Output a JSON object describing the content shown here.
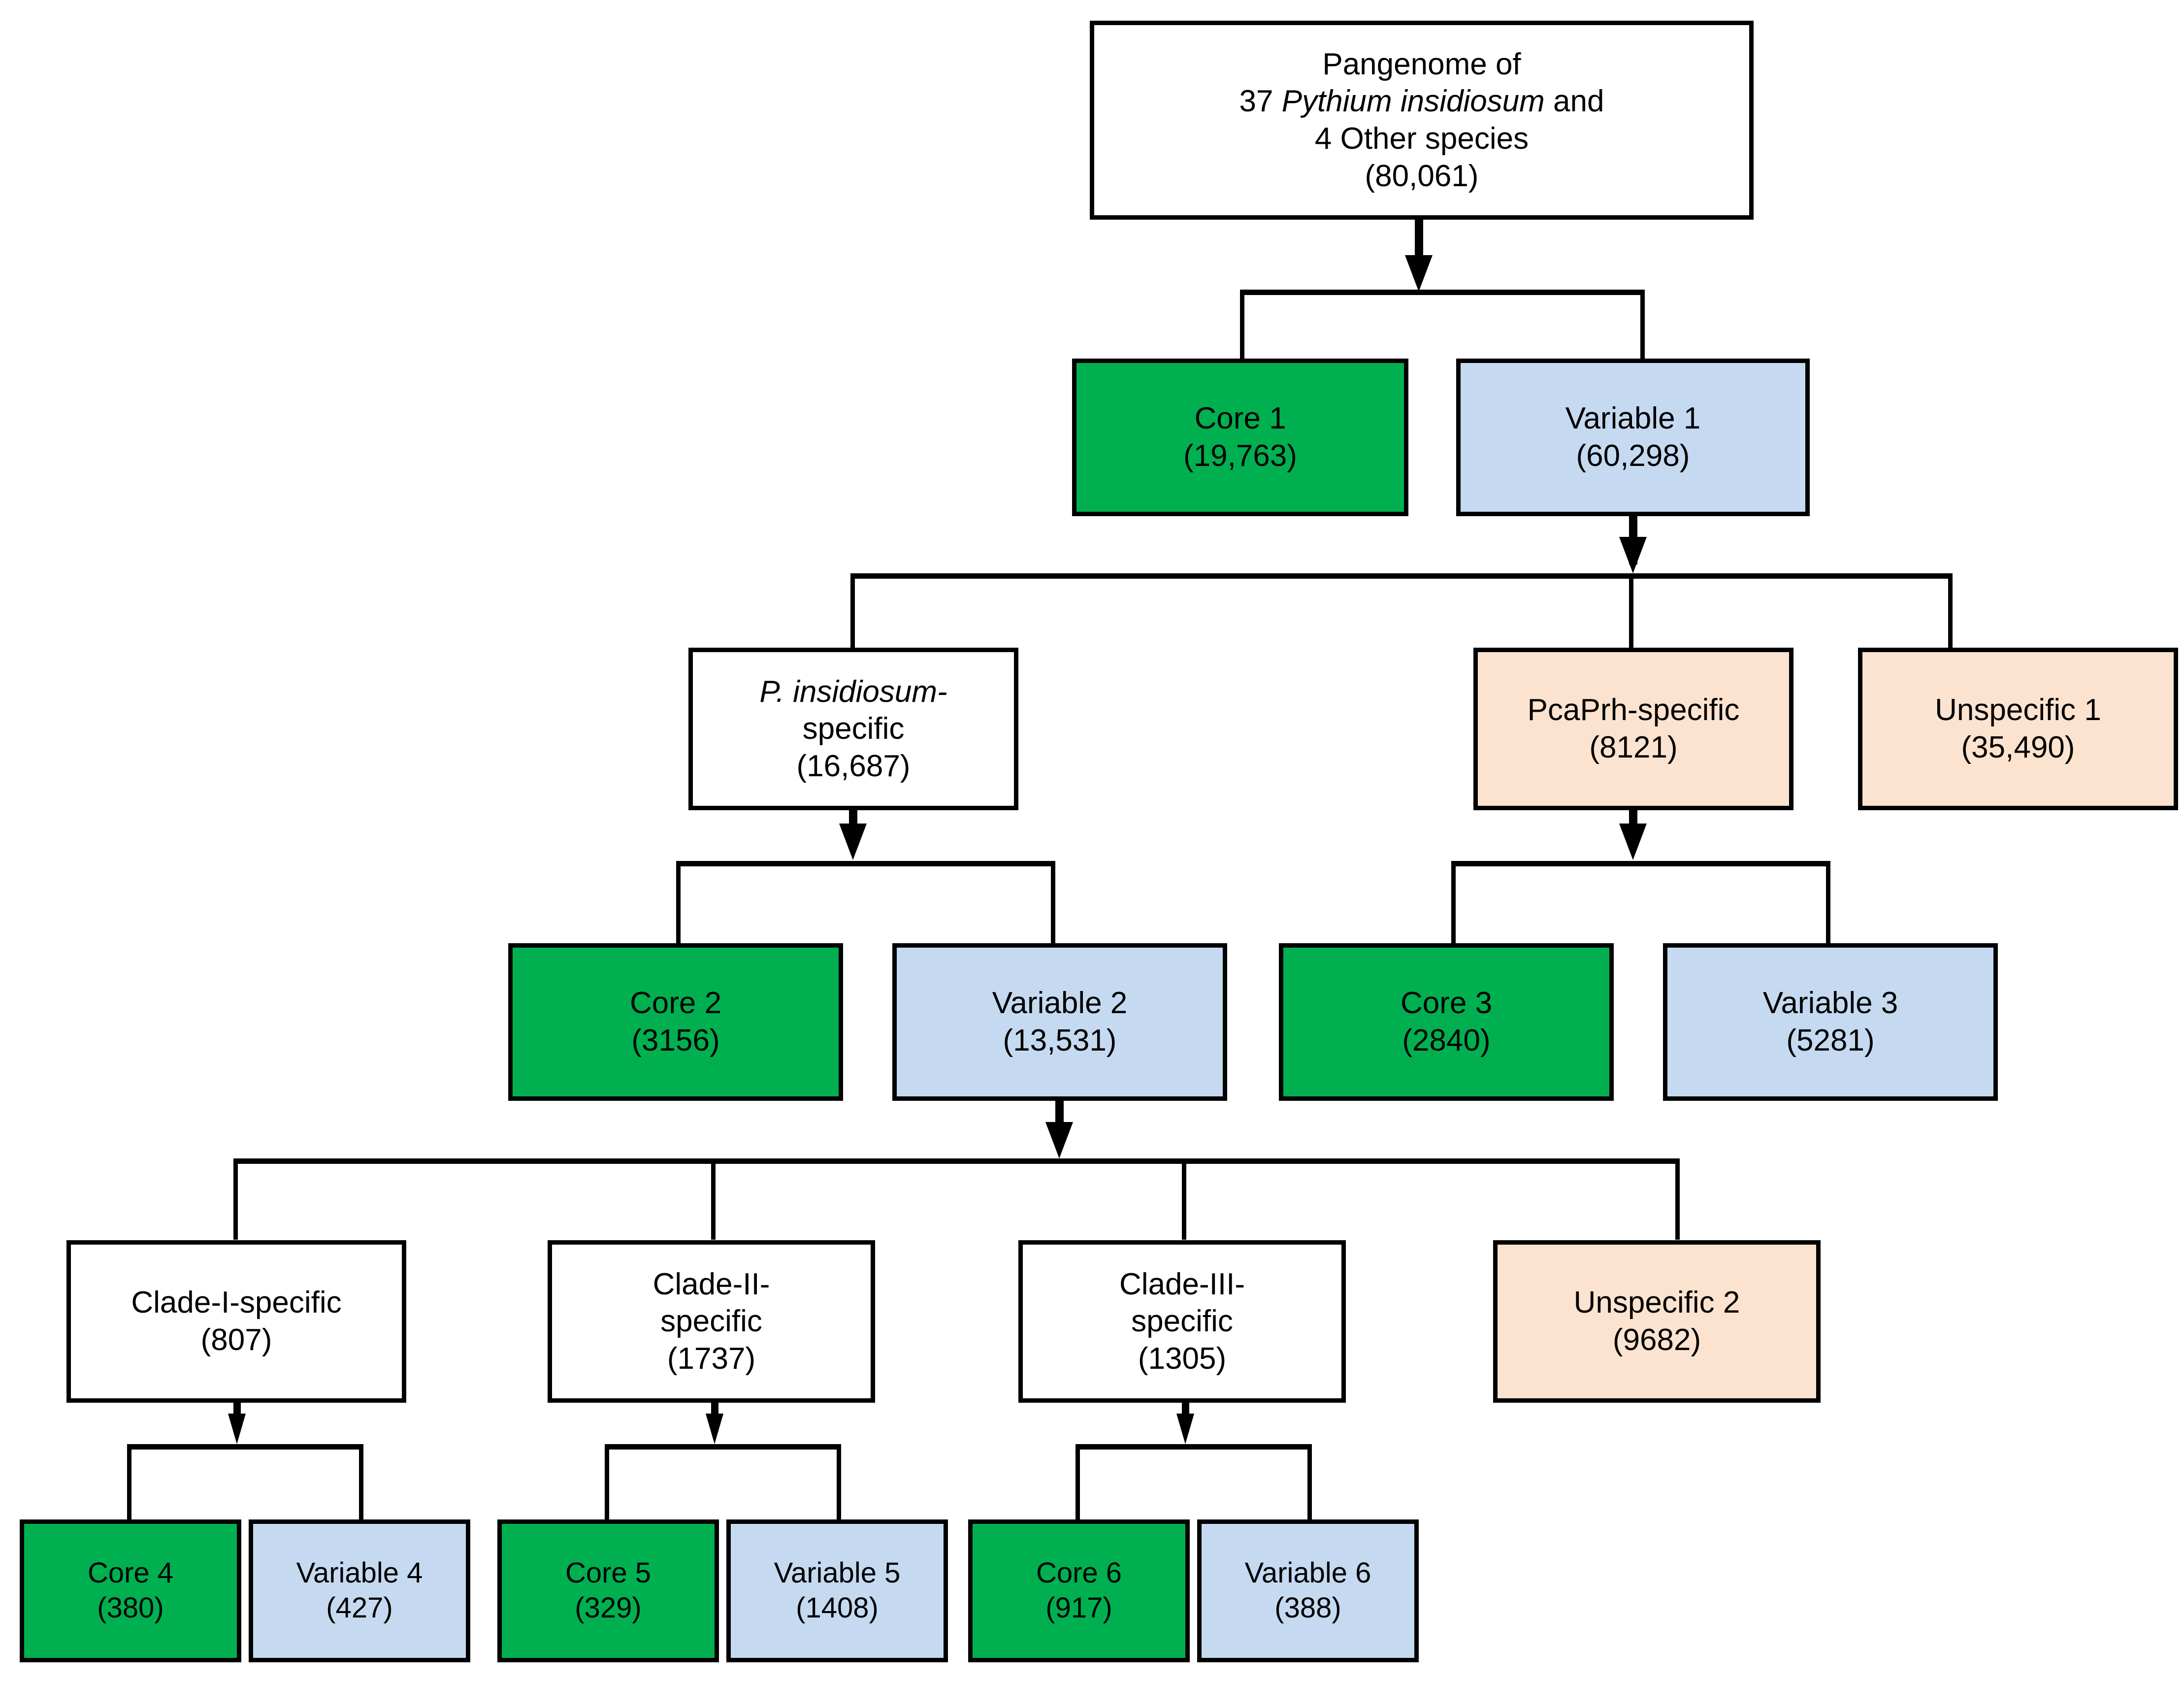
{
  "diagram": {
    "title": "Pangenome hierarchical partition flowchart",
    "colors": {
      "core_green": "#00B050",
      "variable_blue": "#C5DAF1",
      "unspecific_peach": "#FCE3CF",
      "plain_white": "#FFFFFF",
      "stroke_black": "#000000"
    },
    "nodes": {
      "root": {
        "line1": "Pangenome of",
        "line2_prefix": "37 ",
        "line2_italic": "Pythium insidiosum",
        "line2_suffix": " and",
        "line3": "4 Other species",
        "count": "(80,061)"
      },
      "core1": {
        "label": "Core 1",
        "count": "(19,763)"
      },
      "variable1": {
        "label": "Variable 1",
        "count": "(60,298)"
      },
      "pi_specific": {
        "label_italic": "P. insidiosum-",
        "label_line2": "specific",
        "count": "(16,687)"
      },
      "pcaprh": {
        "label": "PcaPrh-specific",
        "count": "(8121)"
      },
      "unspecific1": {
        "label": "Unspecific 1",
        "count": "(35,490)"
      },
      "core2": {
        "label": "Core 2",
        "count": "(3156)"
      },
      "variable2": {
        "label": "Variable 2",
        "count": "(13,531)"
      },
      "core3": {
        "label": "Core 3",
        "count": "(2840)"
      },
      "variable3": {
        "label": "Variable 3",
        "count": "(5281)"
      },
      "clade1": {
        "label": "Clade-I-specific",
        "count": "(807)"
      },
      "clade2": {
        "label_line1": "Clade-II-",
        "label_line2": "specific",
        "count": "(1737)"
      },
      "clade3": {
        "label_line1": "Clade-III-",
        "label_line2": "specific",
        "count": "(1305)"
      },
      "unspecific2": {
        "label": "Unspecific 2",
        "count": "(9682)"
      },
      "core4": {
        "label": "Core 4",
        "count": "(380)"
      },
      "variable4": {
        "label": "Variable 4",
        "count": "(427)"
      },
      "core5": {
        "label": "Core 5",
        "count": "(329)"
      },
      "variable5": {
        "label": "Variable 5",
        "count": "(1408)"
      },
      "core6": {
        "label": "Core 6",
        "count": "(917)"
      },
      "variable6": {
        "label": "Variable 6",
        "count": "(388)"
      }
    }
  }
}
